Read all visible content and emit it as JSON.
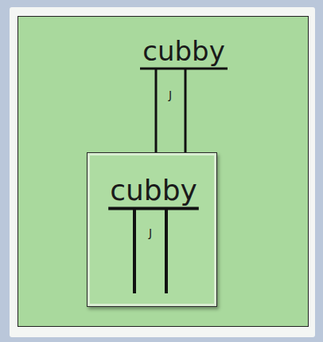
{
  "diagram": {
    "nodes": [
      {
        "text": [
          "cubby",
          "J"
        ]
      },
      {
        "text": [
          "cubby",
          "J"
        ],
        "in": 0
      }
    ]
  }
}
